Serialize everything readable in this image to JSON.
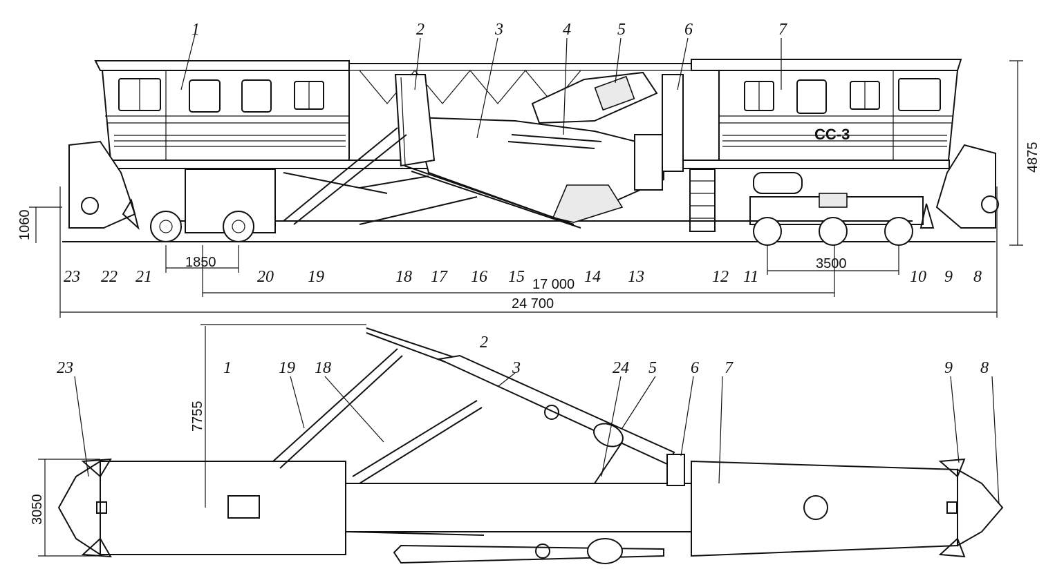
{
  "side_view": {
    "car_label": "СС-3",
    "labels": {
      "l1": "1",
      "l2": "2",
      "l3": "3",
      "l4": "4",
      "l5": "5",
      "l6": "6",
      "l7": "7",
      "l8": "8",
      "l9": "9",
      "l10": "10",
      "l11": "11",
      "l12": "12",
      "l13": "13",
      "l14": "14",
      "l15": "15",
      "l16": "16",
      "l17": "17",
      "l18": "18",
      "l19": "19",
      "l20": "20",
      "l21": "21",
      "l22": "22",
      "l23": "23"
    },
    "dimensions": {
      "height_total": "4875",
      "plow_height": "1060",
      "bogie_base_left": "1850",
      "bogie_base_right": "3500",
      "bogie_centers": "17 000",
      "overall_length": "24 700"
    }
  },
  "top_view": {
    "labels": {
      "l1": "1",
      "l2": "2",
      "l3": "3",
      "l5": "5",
      "l6": "6",
      "l7": "7",
      "l8": "8",
      "l9": "9",
      "l18": "18",
      "l19": "19",
      "l23": "23",
      "l24": "24"
    },
    "dimensions": {
      "wing_reach": "7755",
      "width": "3050"
    }
  }
}
